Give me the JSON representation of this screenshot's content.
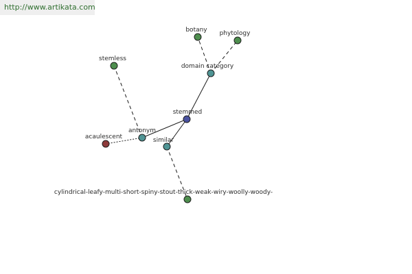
{
  "header": {
    "url": "http://www.artikata.com"
  },
  "colors": {
    "green": "#4e8e4e",
    "teal": "#4f9494",
    "blue": "#4a52a0",
    "red": "#8e3b3b",
    "edge": "#1a1a1a"
  },
  "graph": {
    "nodes": [
      {
        "id": "stemmed",
        "label": "stemmed",
        "color": "blue"
      },
      {
        "id": "antonym",
        "label": "antonym",
        "color": "teal"
      },
      {
        "id": "similar",
        "label": "similar",
        "color": "teal"
      },
      {
        "id": "domain",
        "label": "domain category",
        "color": "teal"
      },
      {
        "id": "botany",
        "label": "botany",
        "color": "green"
      },
      {
        "id": "phytology",
        "label": "phytology",
        "color": "green"
      },
      {
        "id": "stemless",
        "label": "stemless",
        "color": "green"
      },
      {
        "id": "acaulescent",
        "label": "acaulescent",
        "color": "red"
      },
      {
        "id": "cylindrical",
        "label": "cylindrical-leafy-multi-short-spiny-stout-thick-weak-wiry-woolly-woody-",
        "color": "green"
      }
    ],
    "edges": [
      {
        "from": "stemmed",
        "to": "antonym",
        "style": "solid"
      },
      {
        "from": "stemmed",
        "to": "similar",
        "style": "solid"
      },
      {
        "from": "stemmed",
        "to": "domain",
        "style": "solid"
      },
      {
        "from": "antonym",
        "to": "acaulescent",
        "style": "dotted"
      },
      {
        "from": "antonym",
        "to": "stemless",
        "style": "dashed"
      },
      {
        "from": "domain",
        "to": "botany",
        "style": "dashed"
      },
      {
        "from": "domain",
        "to": "phytology",
        "style": "dashed"
      },
      {
        "from": "similar",
        "to": "cylindrical",
        "style": "dashed"
      }
    ]
  }
}
